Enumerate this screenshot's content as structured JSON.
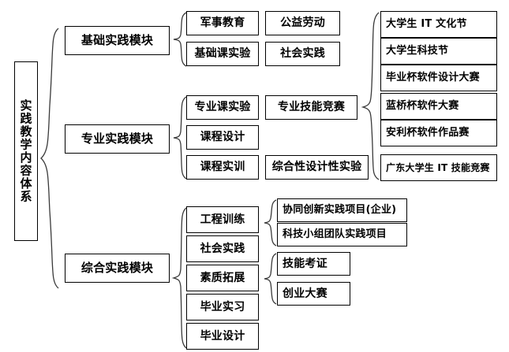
{
  "diagram": {
    "title_vertical": "实践教学内容体系",
    "modules": [
      {
        "id": "basic",
        "label": "基础实践模块"
      },
      {
        "id": "professional",
        "label": "专业实践模块"
      },
      {
        "id": "comprehensive",
        "label": "综合实践模块"
      }
    ],
    "basic_items": [
      {
        "label": "军事教育"
      },
      {
        "label": "基础课实验"
      },
      {
        "label": "公益劳动"
      },
      {
        "label": "社会实践"
      }
    ],
    "professional_items": [
      {
        "label": "专业课实验"
      },
      {
        "label": "课程设计"
      },
      {
        "label": "课程实训"
      }
    ],
    "professional_right": [
      {
        "label": "专业技能竞赛"
      },
      {
        "label": "综合性设计性实验"
      }
    ],
    "competitions": [
      {
        "label": "大学生 IT 文化节"
      },
      {
        "label": "大学生科技节"
      },
      {
        "label": "毕业杯软件设计大赛"
      },
      {
        "label": "蓝桥杯软件大赛"
      },
      {
        "label": "安利杯软件作品赛"
      },
      {
        "label": "广东大学生 IT 技能竞赛"
      }
    ],
    "comprehensive_items": [
      {
        "label": "工程训练"
      },
      {
        "label": "社会实践"
      },
      {
        "label": "素质拓展"
      },
      {
        "label": "毕业实习"
      },
      {
        "label": "毕业设计"
      }
    ],
    "engineering_projects": [
      {
        "label": "协同创新实践项目(企业)"
      },
      {
        "label": "科技小组团队实践项目"
      }
    ],
    "quality_items": [
      {
        "label": "技能考证"
      },
      {
        "label": "创业大赛"
      }
    ],
    "colors": {
      "border": "#000000",
      "brace": "#3a3a3a",
      "background": "#ffffff",
      "text": "#000000"
    }
  }
}
